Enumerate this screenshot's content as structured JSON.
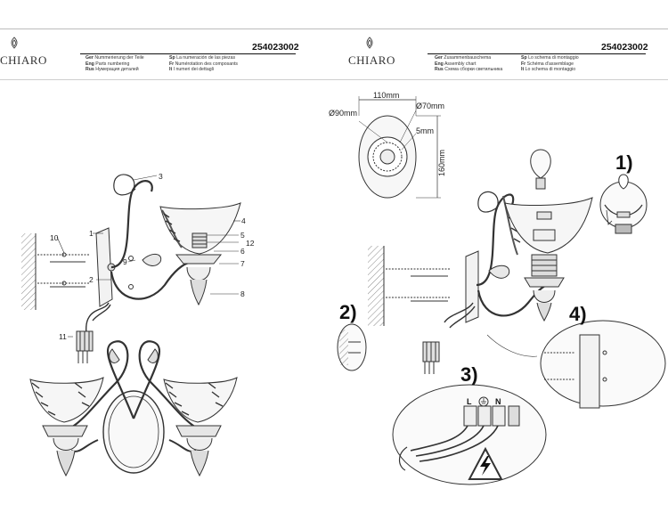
{
  "brand": "CHIARO",
  "product_code": "254023002",
  "left_sheet": {
    "legend_col1": [
      {
        "lang": "Ger",
        "text": "Nummerierung der Teile"
      },
      {
        "lang": "Eng",
        "text": "Parts numbering"
      },
      {
        "lang": "Rus",
        "text": "Нумерация деталей"
      }
    ],
    "legend_col2": [
      {
        "lang": "Sp",
        "text": "La numeración de las piezas"
      },
      {
        "lang": "Fr",
        "text": "Numérotation des composants"
      },
      {
        "lang": "It",
        "text": "I numeri dei dettagli"
      }
    ],
    "part_numbers": [
      "1",
      "2",
      "3",
      "4",
      "5",
      "6",
      "7",
      "8",
      "9",
      "10",
      "11",
      "12"
    ]
  },
  "right_sheet": {
    "legend_col1": [
      {
        "lang": "Ger",
        "text": "Zusammenbauschema"
      },
      {
        "lang": "Eng",
        "text": "Assembly chart"
      },
      {
        "lang": "Rus",
        "text": "Схема сборки светильника"
      }
    ],
    "legend_col2": [
      {
        "lang": "Sp",
        "text": "Lo schema di montaggio"
      },
      {
        "lang": "Fr",
        "text": "Schéma d'assemblage"
      },
      {
        "lang": "It",
        "text": "Lo schema di montaggio"
      }
    ],
    "dimensions": {
      "width": "110mm",
      "diameter_outer": "Ø90mm",
      "diameter_inner": "Ø70mm",
      "depth": "5mm",
      "height": "160mm"
    },
    "steps": [
      "1)",
      "2)",
      "3)",
      "4)"
    ],
    "wire_labels": {
      "live": "L",
      "neutral": "N"
    },
    "icons": [
      "ground-symbol-icon",
      "high-voltage-warning-icon"
    ]
  }
}
